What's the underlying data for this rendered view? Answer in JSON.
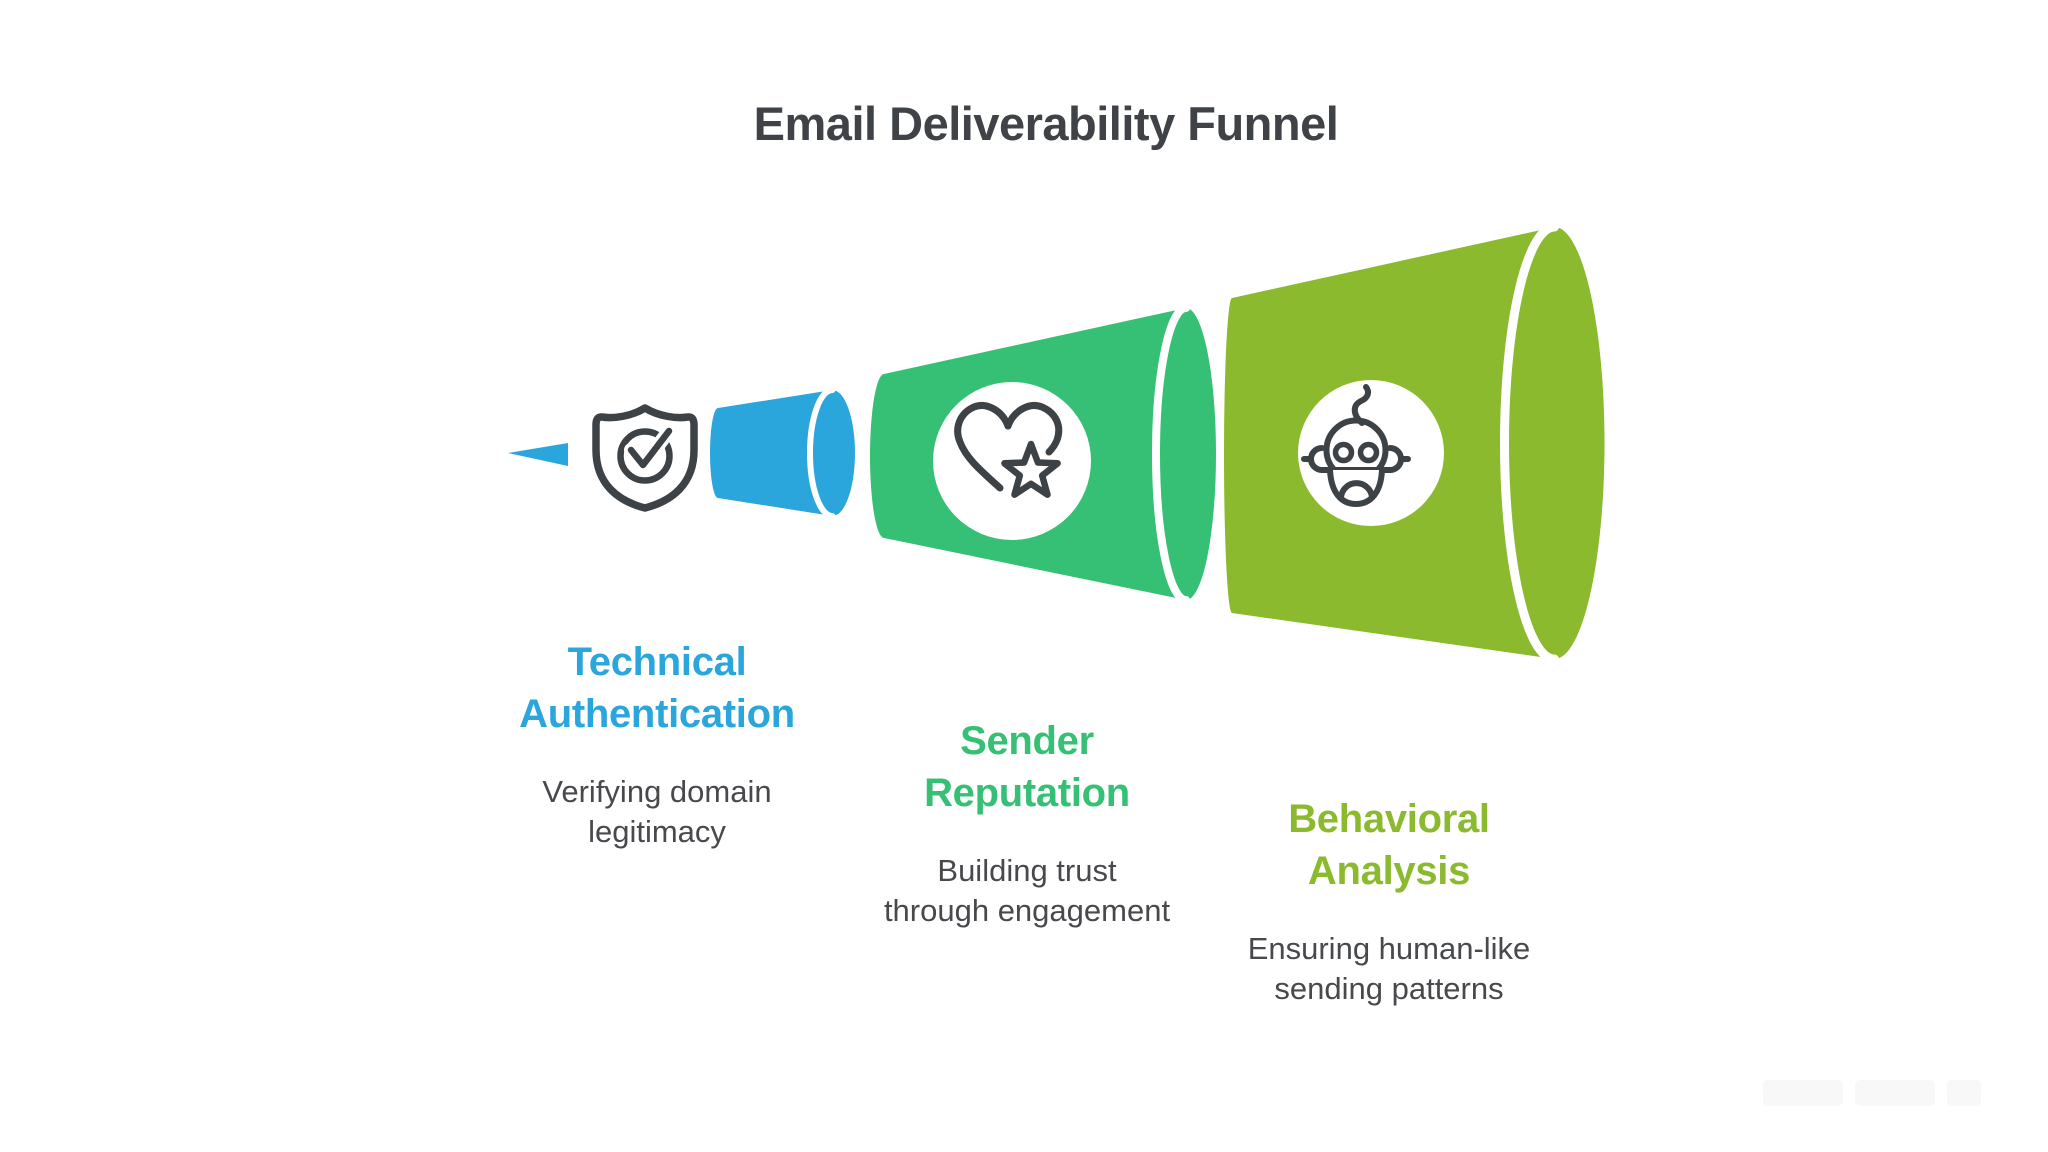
{
  "title": "Email Deliverability Funnel",
  "colors": {
    "background": "#ffffff",
    "title_text": "#3f4347",
    "description_text": "#47494c",
    "icon_stroke": "#3d4247",
    "icon_background": "#ffffff",
    "separator_line": "#ffffff"
  },
  "stages": [
    {
      "heading": "Technical\nAuthentication",
      "description": "Verifying domain\nlegitimacy",
      "color": "#2ba6dd",
      "icon": "shield-check-icon"
    },
    {
      "heading": "Sender\nReputation",
      "description": "Building trust\nthrough engagement",
      "color": "#36c075",
      "icon": "heart-star-icon"
    },
    {
      "heading": "Behavioral\nAnalysis",
      "description": "Ensuring human-like\nsending patterns",
      "color": "#8bba2e",
      "icon": "robot-icon"
    }
  ]
}
